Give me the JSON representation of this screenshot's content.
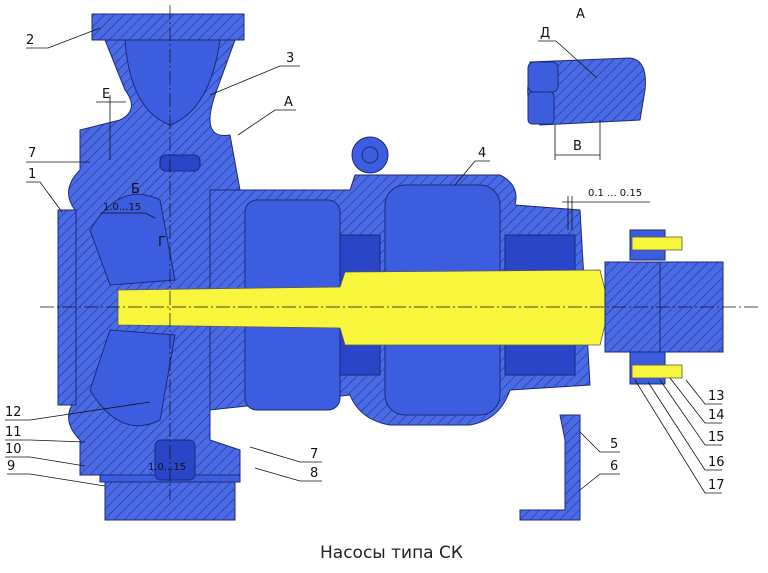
{
  "title": "Насосы типа СК",
  "colors": {
    "body": "#3d5de0",
    "shaft": "#f7f53c",
    "hatch": "#1a2a7a"
  },
  "callouts": {
    "n1": "1",
    "n2": "2",
    "n3": "3",
    "n4": "4",
    "n5": "5",
    "n6": "6",
    "n7a": "7",
    "n7b": "7",
    "n8": "8",
    "n9": "9",
    "n10": "10",
    "n11": "11",
    "n12": "12",
    "n13": "13",
    "n14": "14",
    "n15": "15",
    "n16": "16",
    "n17": "17"
  },
  "letters": {
    "A_main": "А",
    "E": "Е",
    "B_cyr": "Б",
    "G": "Г",
    "A_detail": "А",
    "D": "Д",
    "V": "В"
  },
  "dimensions": {
    "gap_top": "1.0...15",
    "gap_bottom": "1.0...15",
    "coupling_gap": "0.1 ... 0.15"
  }
}
